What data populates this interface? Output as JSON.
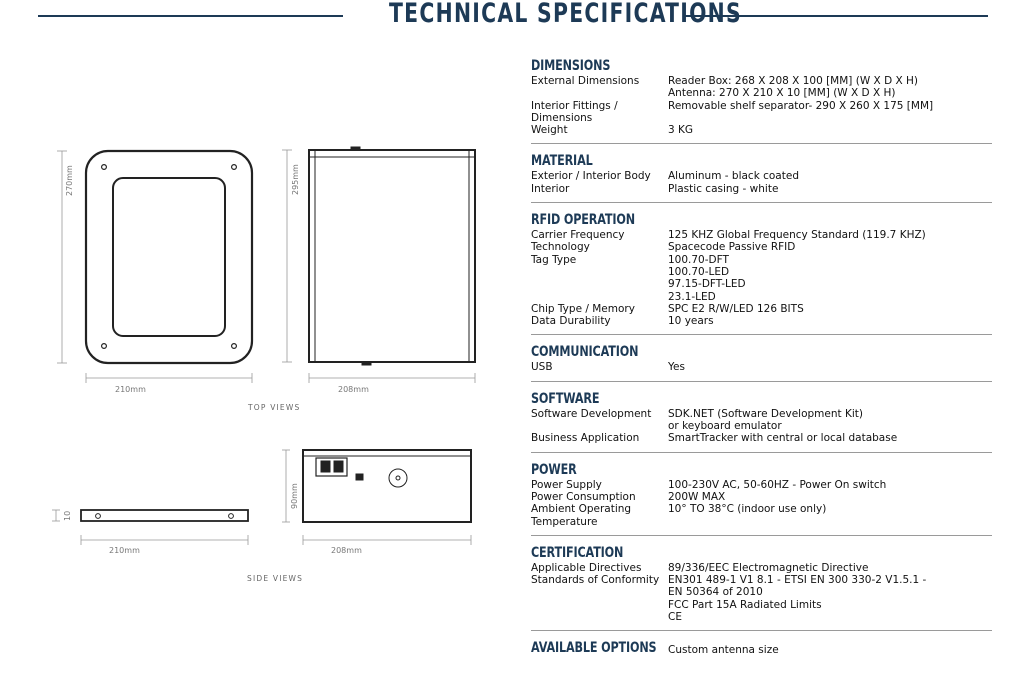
{
  "page": {
    "title": "TECHNICAL SPECIFICATIONS"
  },
  "drawings": {
    "top_views": {
      "caption": "TOP VIEWS",
      "front_height": "270mm",
      "front_width": "210mm",
      "side_height": "295mm",
      "side_width": "208mm"
    },
    "side_views": {
      "caption": "SIDE VIEWS",
      "antenna_height": "10",
      "antenna_width": "210mm",
      "box_height": "90mm",
      "box_width": "208mm"
    }
  },
  "sections": [
    {
      "title": "DIMENSIONS",
      "rows": [
        {
          "label": "External Dimensions",
          "values": [
            "Reader Box: 268 X 208 X 100 [MM] (W X D X H)",
            "Antenna: 270 X 210 X 10 [MM] (W X D X H)"
          ]
        },
        {
          "label": "Interior Fittings / Dimensions",
          "values": [
            "Removable shelf separator- 290 X 260 X 175 [MM]"
          ]
        },
        {
          "label": "Weight",
          "values": [
            "3 KG"
          ]
        }
      ]
    },
    {
      "title": "MATERIAL",
      "rows": [
        {
          "label": "Exterior / Interior Body",
          "values": [
            "Aluminum - black coated"
          ]
        },
        {
          "label": "Interior",
          "values": [
            "Plastic casing - white"
          ]
        }
      ]
    },
    {
      "title": "RFID OPERATION",
      "rows": [
        {
          "label": "Carrier Frequency",
          "values": [
            "125 KHZ Global Frequency Standard (119.7 KHZ)"
          ]
        },
        {
          "label": "Technology",
          "values": [
            "Spacecode Passive RFID"
          ]
        },
        {
          "label": "Tag Type",
          "values": [
            "100.70-DFT",
            "100.70-LED",
            "97.15-DFT-LED",
            "23.1-LED"
          ]
        },
        {
          "label": "Chip Type / Memory",
          "values": [
            "SPC E2 R/W/LED 126 BITS"
          ]
        },
        {
          "label": "Data Durability",
          "values": [
            "10 years"
          ]
        }
      ]
    },
    {
      "title": "COMMUNICATION",
      "rows": [
        {
          "label": "USB",
          "values": [
            "Yes"
          ]
        }
      ]
    },
    {
      "title": "SOFTWARE",
      "rows": [
        {
          "label": "Software Development",
          "values": [
            "SDK.NET (Software Development Kit)",
            "or keyboard emulator"
          ]
        },
        {
          "label": "Business Application",
          "values": [
            "SmartTracker with central or local database"
          ]
        }
      ]
    },
    {
      "title": "POWER",
      "rows": [
        {
          "label": "Power Supply",
          "values": [
            "100-230V AC, 50-60HZ - Power On switch"
          ]
        },
        {
          "label": "Power Consumption",
          "values": [
            "200W MAX"
          ]
        },
        {
          "label": "Ambient Operating Temperature",
          "values": [
            "10° TO 38°C (indoor use only)"
          ]
        }
      ]
    },
    {
      "title": "CERTIFICATION",
      "rows": [
        {
          "label": "Applicable Directives",
          "values": [
            "89/336/EEC Electromagnetic Directive"
          ]
        },
        {
          "label": "Standards of Conformity",
          "values": [
            "EN301 489-1 V1 8.1 - ETSI EN 300 330-2 V1.5.1 -",
            "EN 50364 of 2010",
            "FCC Part 15A Radiated Limits",
            "CE"
          ]
        }
      ]
    },
    {
      "title": "AVAILABLE OPTIONS",
      "rows": [
        {
          "label": "",
          "values": [
            "Custom antenna size"
          ]
        }
      ]
    }
  ]
}
